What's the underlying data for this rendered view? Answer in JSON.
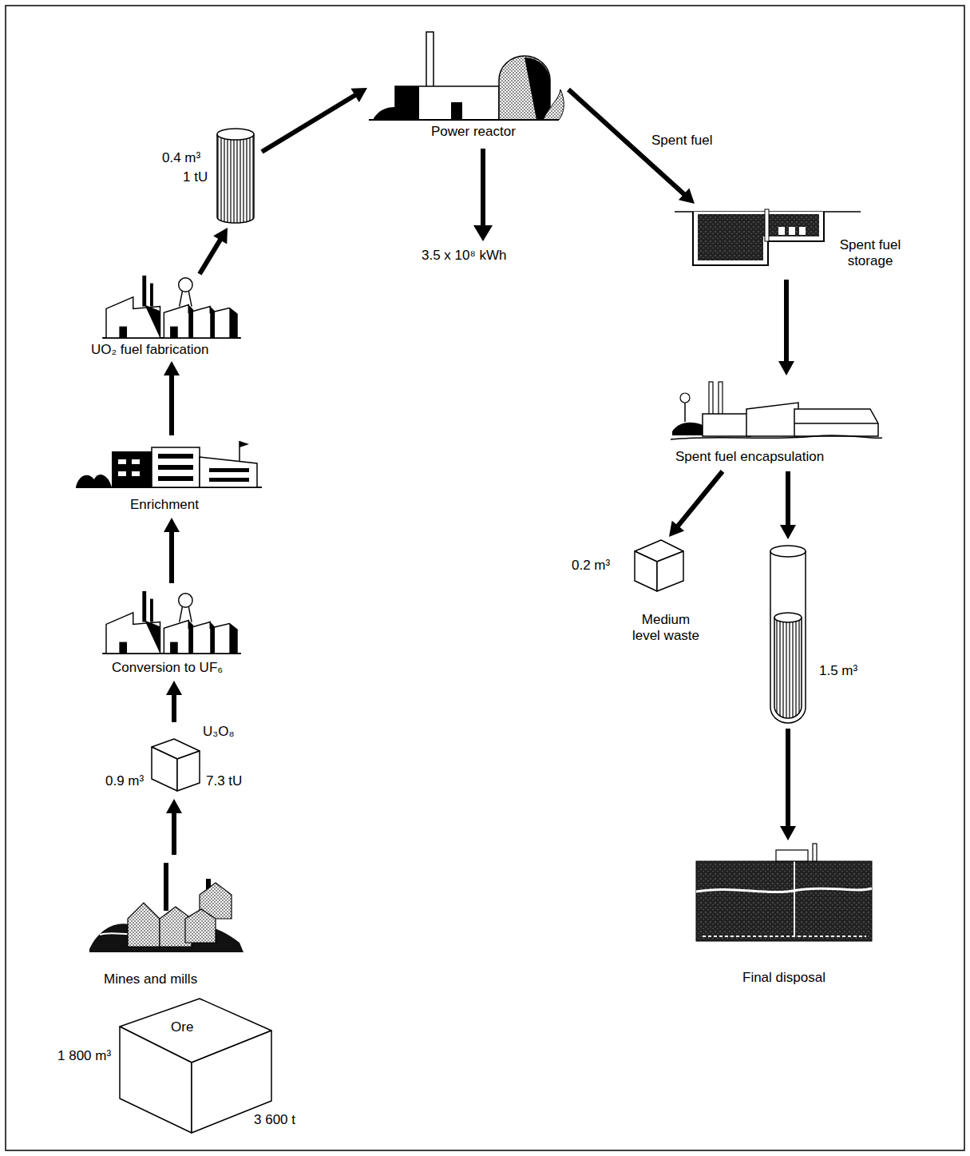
{
  "diagram": {
    "nodes": [
      {
        "text": [
          "Ore",
          "1 800 m³",
          "3 600 t"
        ]
      },
      {
        "text": [
          "Mines and mills"
        ]
      },
      {
        "text": [
          "U₃O₈",
          "0.9 m³",
          "7.3 tU"
        ]
      },
      {
        "text": [
          "Conversion to UF₆"
        ]
      },
      {
        "text": [
          "Enrichment"
        ]
      },
      {
        "text": [
          "UO₂ fuel fabrication"
        ]
      },
      {
        "text": [
          "0.4 m³",
          "1 tU"
        ]
      },
      {
        "text": [
          "Power reactor"
        ]
      },
      {
        "text": [
          "Spent fuel storage"
        ]
      },
      {
        "text": [
          "Spent fuel encapsulation"
        ]
      },
      {
        "text": [
          "0.2 m³",
          "Medium level waste"
        ]
      },
      {
        "text": [
          "1.5 m³"
        ]
      },
      {
        "text": [
          "Final disposal"
        ]
      }
    ],
    "edges": [
      {
        "from": 1,
        "to": 2,
        "arrow": "to"
      },
      {
        "from": 2,
        "to": 3,
        "arrow": "to"
      },
      {
        "from": 3,
        "to": 4,
        "arrow": "to"
      },
      {
        "from": 4,
        "to": 5,
        "arrow": "to"
      },
      {
        "from": 5,
        "to": 6,
        "arrow": "to"
      },
      {
        "from": 6,
        "to": 7,
        "arrow": "to"
      },
      {
        "from": 7,
        "to": 8,
        "label": "Spent fuel",
        "arrow": "to"
      },
      {
        "from": 8,
        "to": 9,
        "arrow": "to"
      },
      {
        "from": 9,
        "to": 10,
        "arrow": "to"
      },
      {
        "from": 9,
        "to": 11,
        "arrow": "to"
      },
      {
        "from": 11,
        "to": 12,
        "arrow": "to"
      }
    ],
    "labels": [
      "3.5 x 10⁸ kWh"
    ]
  }
}
